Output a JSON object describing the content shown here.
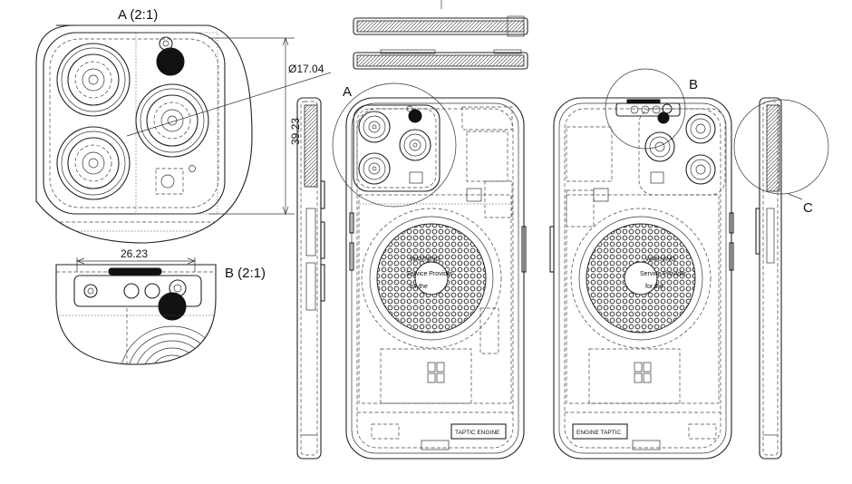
{
  "detail_a": {
    "label": "A (2:1)",
    "diameter": "Ø17.04",
    "height": "39.23"
  },
  "detail_b": {
    "label": "B (2:1)",
    "width": "26.23"
  },
  "callouts": {
    "a": "A",
    "b": "B",
    "c": "C"
  },
  "magsafe_text": {
    "line1": "WARNING",
    "line2": "Service Provider",
    "line3": "for the"
  },
  "engine_label_front": "TAPTIC ENGINE",
  "engine_label_back": "ENGINE TAPTIC"
}
